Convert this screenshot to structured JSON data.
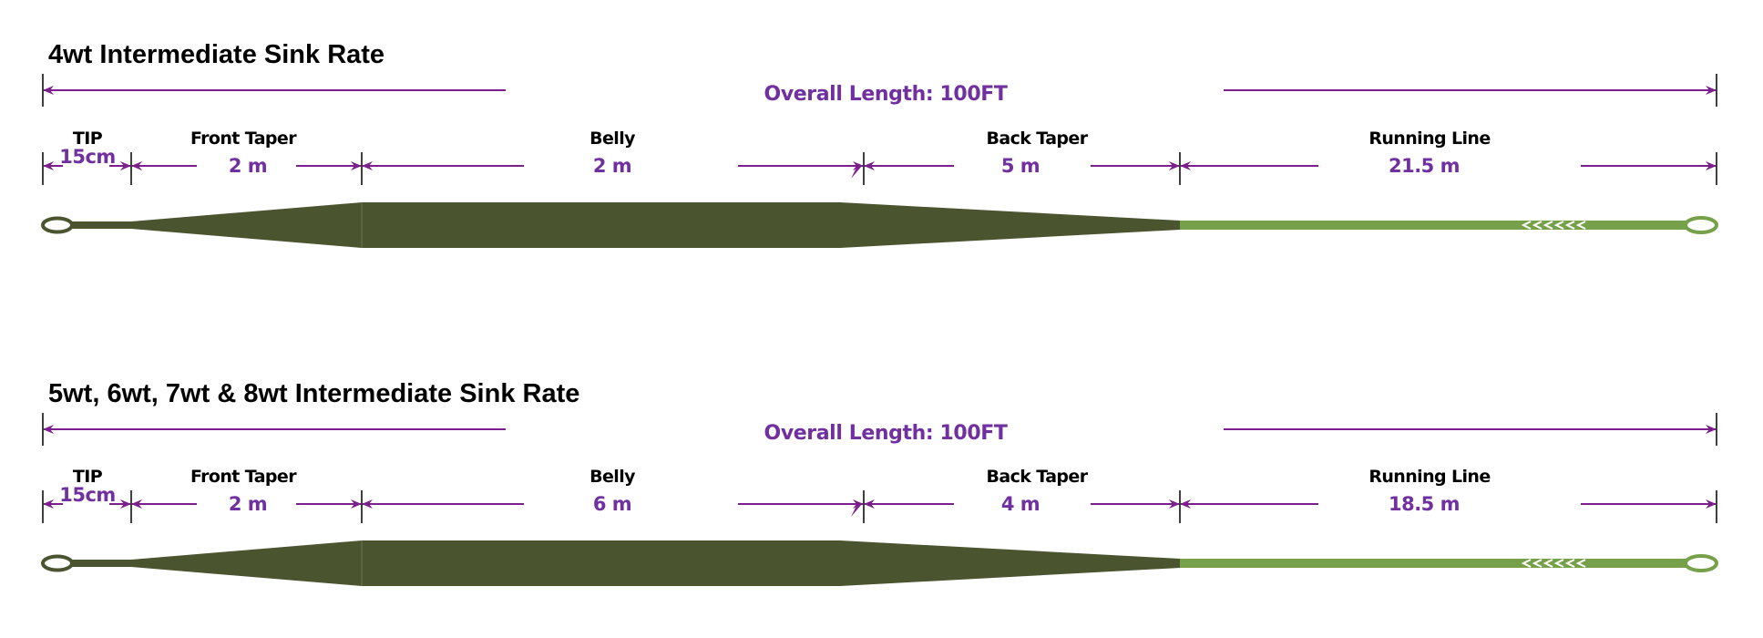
{
  "colors": {
    "purple_text": "#7030A0",
    "purple_arrow": "#7B1F8C",
    "head_color": "#4A5530",
    "running_line_color": "#76A04A",
    "tick_color": "#000000"
  },
  "diagrams": [
    {
      "title": "4wt Intermediate Sink Rate",
      "overall_label": "Overall  Length:  100FT",
      "segments": [
        {
          "name": "TIP",
          "length": "15cm"
        },
        {
          "name": "Front Taper",
          "length": "2 m"
        },
        {
          "name": "Belly",
          "length": "2 m"
        },
        {
          "name": "Back Taper",
          "length": "5 m"
        },
        {
          "name": "Running Line",
          "length": "21.5 m"
        }
      ]
    },
    {
      "title": "5wt, 6wt, 7wt & 8wt Intermediate Sink Rate",
      "overall_label": "Overall  Length:  100FT",
      "segments": [
        {
          "name": "TIP",
          "length": "15cm"
        },
        {
          "name": "Front Taper",
          "length": "2 m"
        },
        {
          "name": "Belly",
          "length": "6 m"
        },
        {
          "name": "Back Taper",
          "length": "4 m"
        },
        {
          "name": "Running Line",
          "length": "18.5 m"
        }
      ]
    }
  ]
}
